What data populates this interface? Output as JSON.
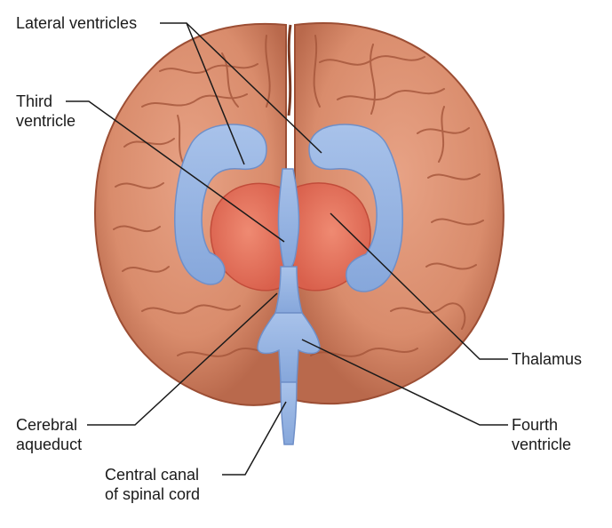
{
  "labels": {
    "lateral_ventricles": "Lateral ventricles",
    "third_ventricle": [
      "Third",
      "ventricle"
    ],
    "thalamus": "Thalamus",
    "cerebral_aqueduct": [
      "Cerebral",
      "aqueduct"
    ],
    "fourth_ventricle": [
      "Fourth",
      "ventricle"
    ],
    "central_canal": [
      "Central canal",
      "of spinal cord"
    ]
  },
  "colors": {
    "brain": "#d98c6c",
    "brain_dark": "#a8583c",
    "ventricle": "#8fb0e0",
    "ventricle_dark": "#5f82bf",
    "thalamus": "#e06a55",
    "leader_line": "#1a1a1a"
  }
}
